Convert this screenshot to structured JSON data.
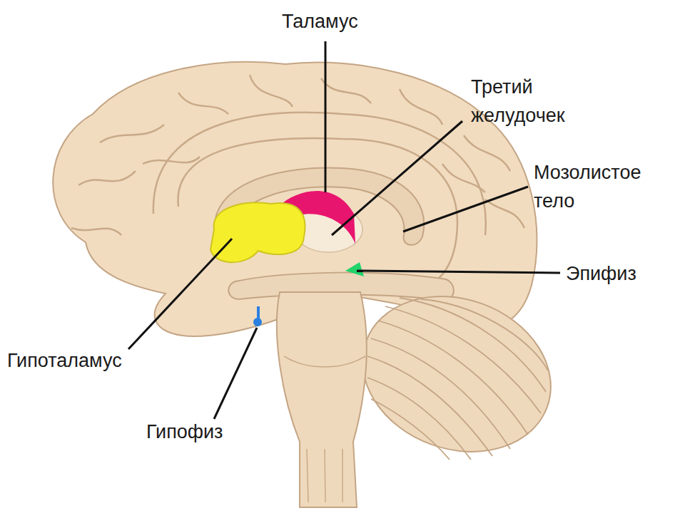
{
  "diagram": {
    "labels": [
      "Таламус",
      "Третий желудочек",
      "Мозолистое тело",
      "Эпифиз",
      "Гипоталамус",
      "Гипофиз"
    ]
  }
}
